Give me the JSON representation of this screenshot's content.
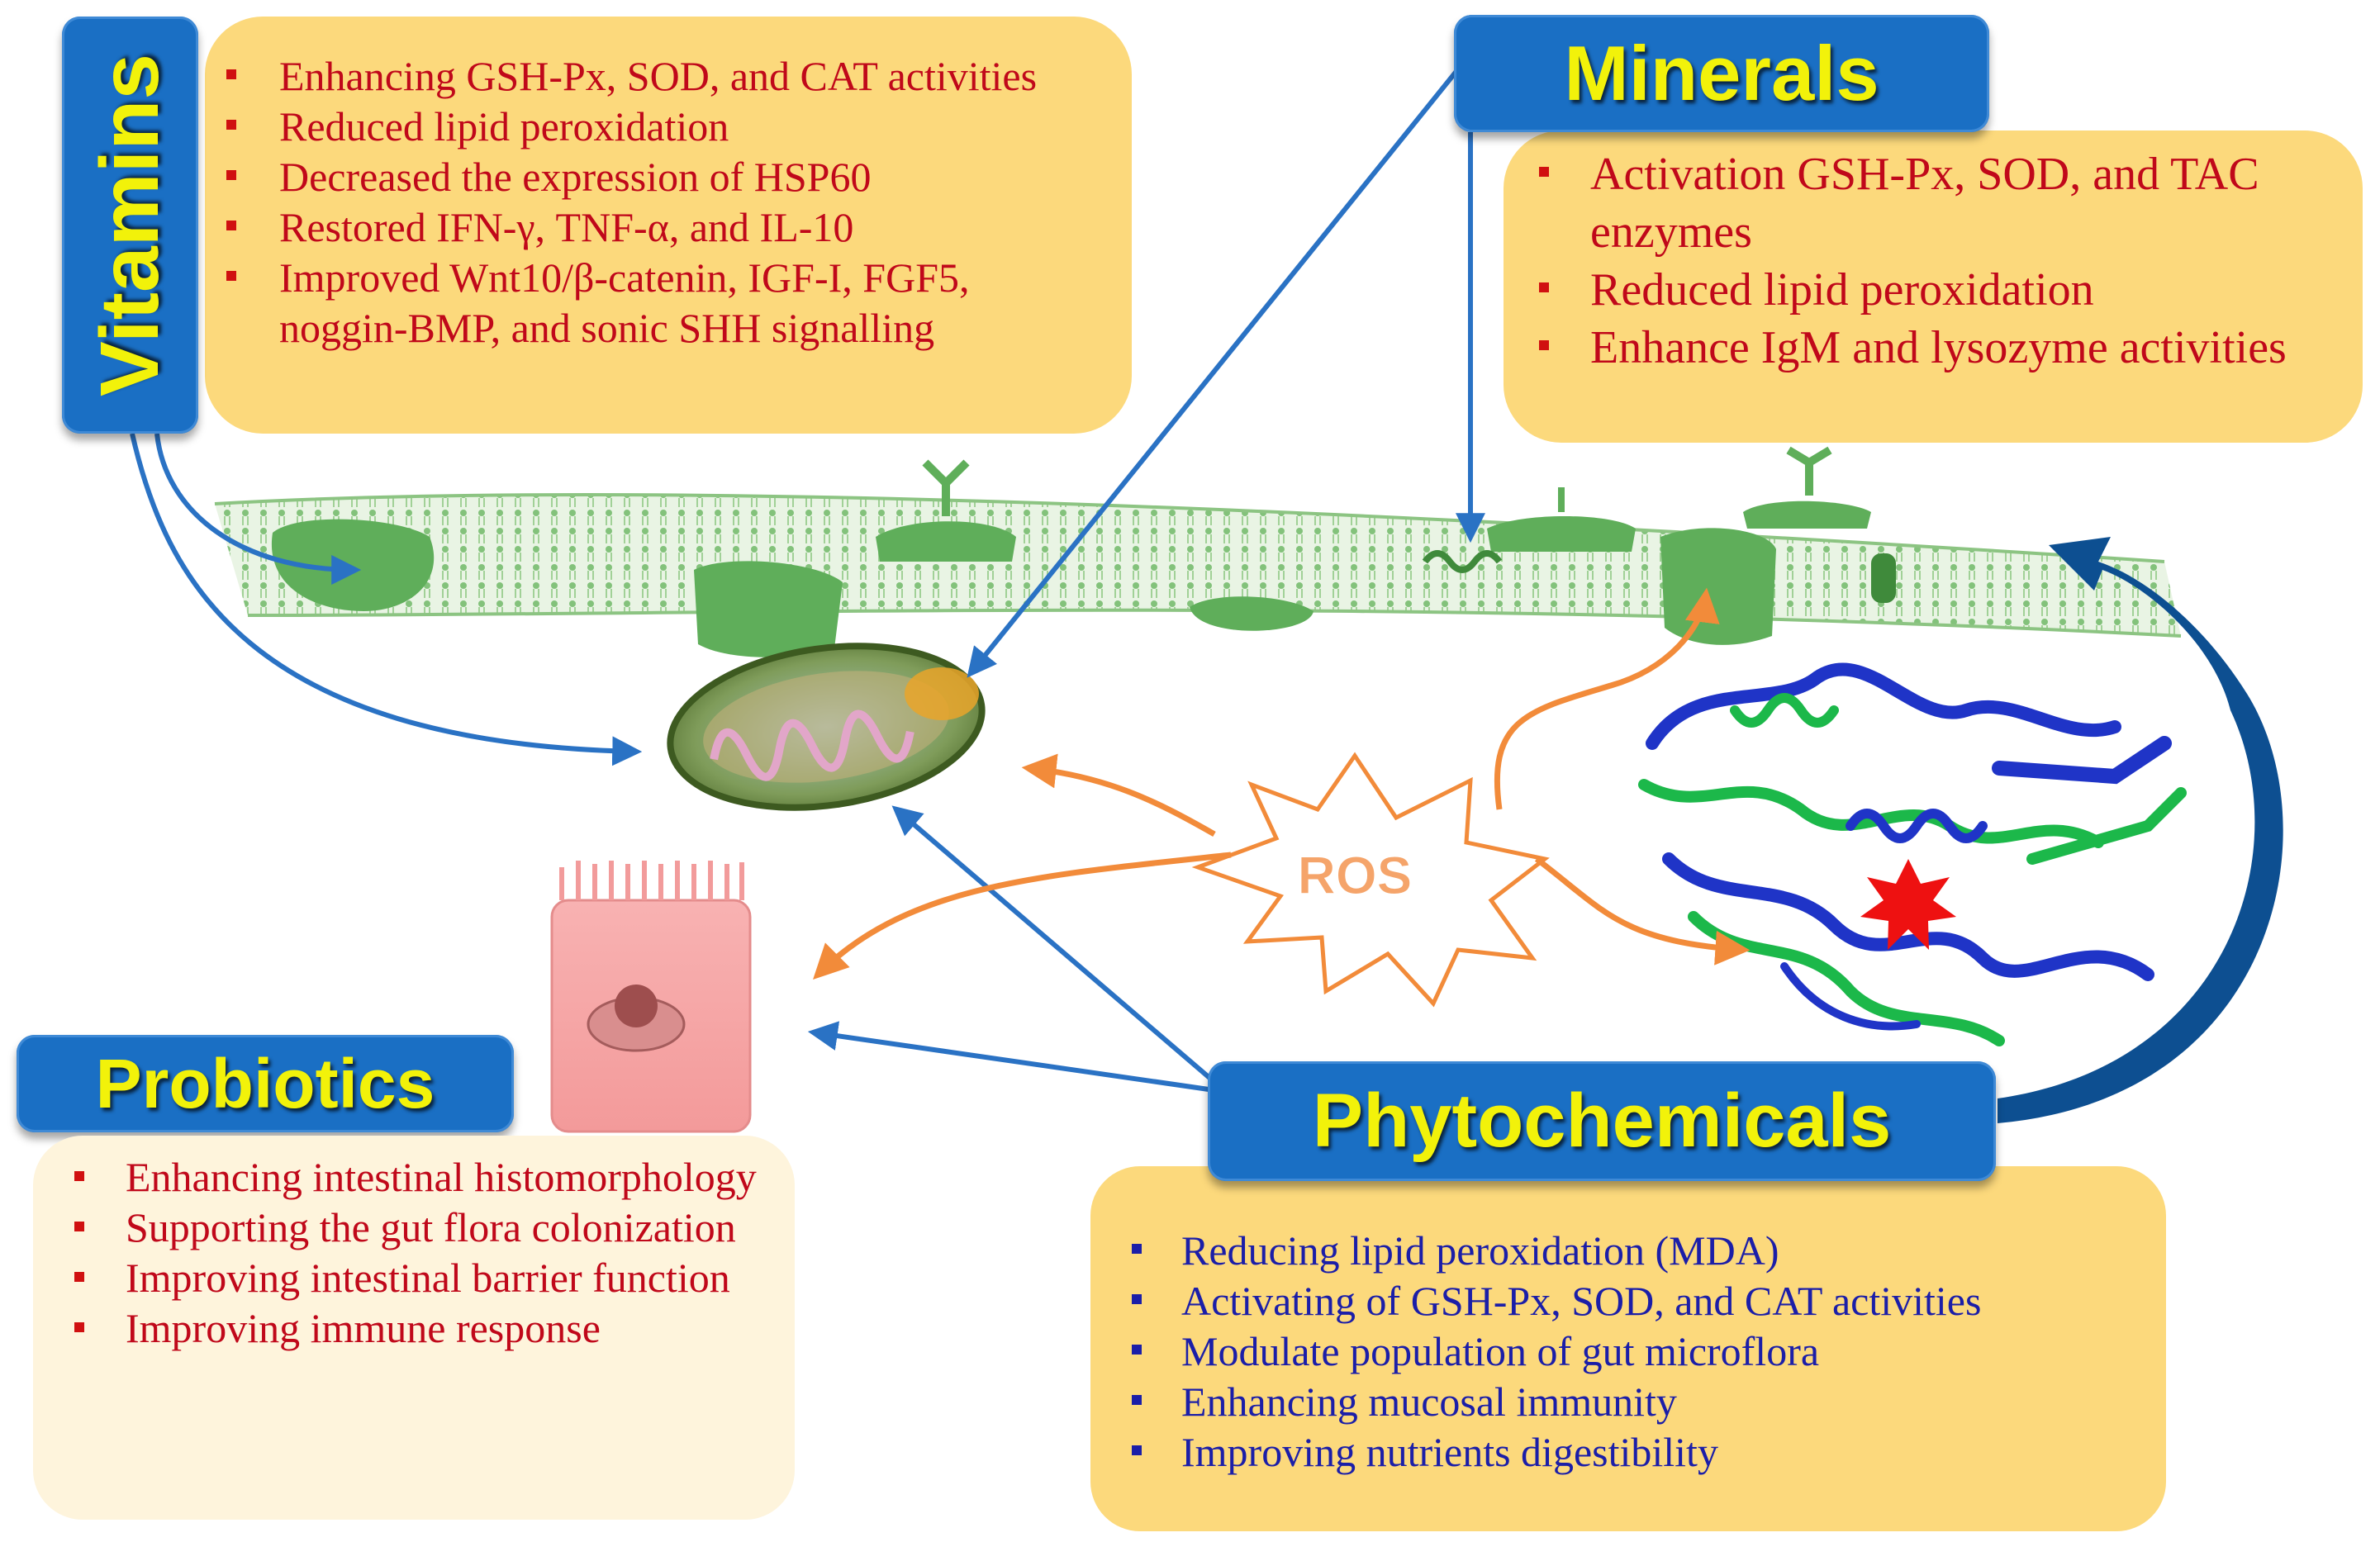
{
  "vitamins": {
    "title": "Vitamins",
    "items": [
      "Enhancing GSH-Px, SOD, and CAT activities",
      "Reduced lipid peroxidation",
      "Decreased the expression of HSP60",
      "Restored IFN-γ, TNF-α, and IL-10",
      "Improved Wnt10/β-catenin, IGF-I, FGF5, noggin-BMP, and sonic SHH signalling"
    ]
  },
  "minerals": {
    "title": "Minerals",
    "items": [
      "Activation GSH-Px, SOD, and TAC enzymes",
      "Reduced lipid peroxidation",
      "Enhance IgM and lysozyme activities"
    ]
  },
  "probiotics": {
    "title": "Probiotics",
    "items": [
      "Enhancing intestinal histomorphology",
      "Supporting the gut flora colonization",
      "Improving intestinal barrier function",
      "Improving immune response"
    ]
  },
  "phytochemicals": {
    "title": "Phytochemicals",
    "items": [
      "Reducing lipid peroxidation (MDA)",
      "Activating of GSH-Px, SOD, and CAT activities",
      "Modulate population of gut microflora",
      "Enhancing mucosal immunity",
      "Improving nutrients digestibility"
    ]
  },
  "center": {
    "ros_label": "ROS"
  },
  "colors": {
    "title_fill": "#1a6fc4",
    "title_text": "#f2f20a",
    "box_fill": "#fcd97c",
    "probiotic_box_fill": "#fef4dc",
    "arrow_blue": "#2a72c4",
    "arrow_orange": "#f28b3a",
    "membrane_green": "#5fae5a"
  }
}
